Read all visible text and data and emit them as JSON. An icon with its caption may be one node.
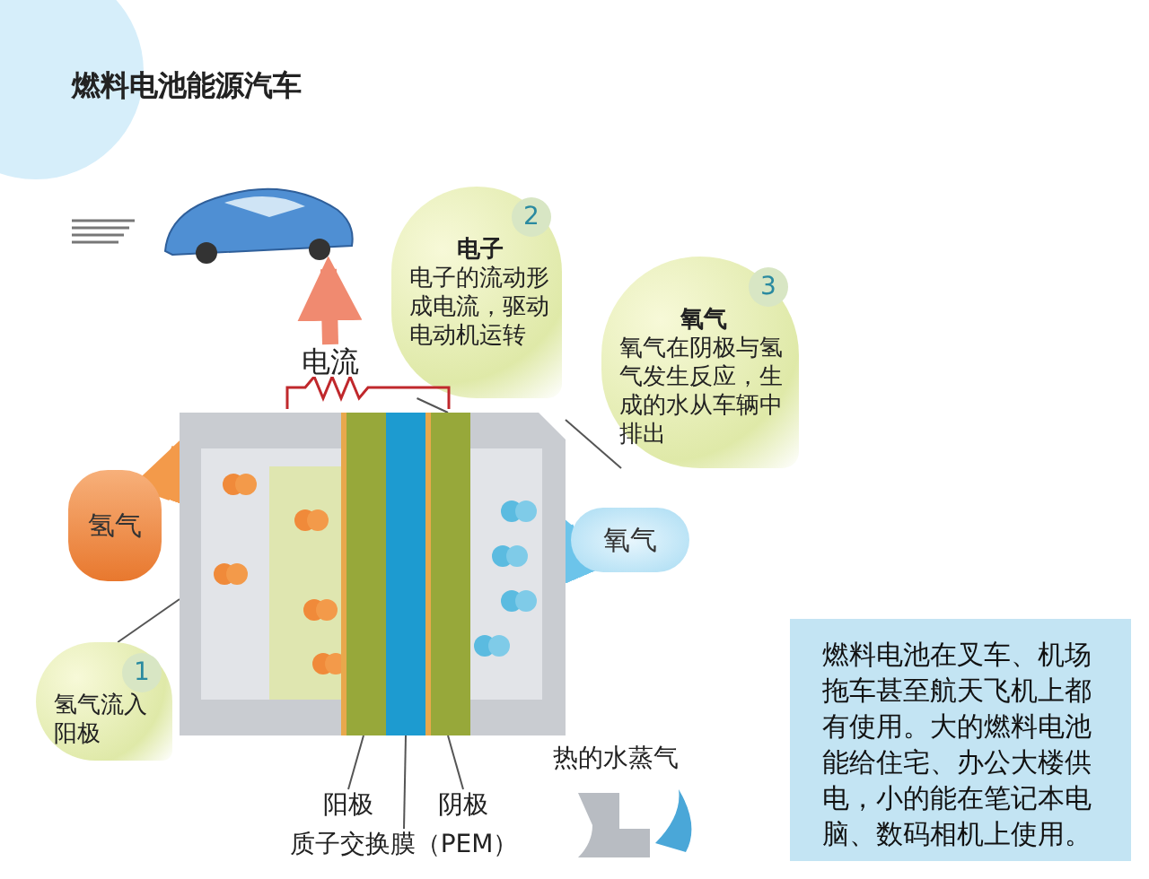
{
  "diagram": {
    "title": "燃料电池能源汽车",
    "nodes": [
      {
        "text": [],
        "shape": "picture"
      },
      {
        "text": [
          "2",
          "电子",
          "电子的流动形成电流，驱动电动机运转"
        ]
      },
      {
        "text": [
          "电流"
        ]
      },
      {
        "text": [
          "3",
          "氧气",
          "氧气在阴极与氢气发生反应，生成的水从车辆中排出"
        ]
      },
      {
        "text": [
          "氢气"
        ]
      },
      {
        "text": [],
        "shape": "picture"
      },
      {
        "text": [],
        "shape": "bar",
        "in": 5
      },
      {
        "text": [],
        "shape": "bar",
        "in": 5
      },
      {
        "text": [],
        "shape": "bar",
        "in": 5
      },
      {
        "text": [
          "氧气"
        ]
      },
      {
        "text": [
          "1",
          "氢气流入阳极"
        ]
      },
      {
        "text": [
          "阳极"
        ]
      },
      {
        "text": [
          "阴极"
        ]
      },
      {
        "text": [
          "质子交换膜（PEM）"
        ]
      },
      {
        "text": [
          "燃料电池在叉车、机场拖车甚至航天飞机上都有使用。大的燃料电池能给住宅、办公大楼供电，小的能在笔记本电脑、数码相机上使用。"
        ]
      }
    ],
    "edges": [
      {
        "from": 2,
        "to": 0,
        "arrow": "to",
        "style": "thick",
        "color": "#f08a70"
      },
      {
        "from": 4,
        "to": 5,
        "arrow": "to",
        "style": "thick",
        "color": "#f39a4a"
      },
      {
        "from": 9,
        "to": 5,
        "arrow": "to",
        "style": "thick",
        "color": "#6cc4ea"
      },
      {
        "from": 10,
        "to": 5,
        "arrow": "none"
      },
      {
        "from": 1,
        "to": 8,
        "arrow": "none"
      },
      {
        "from": 3,
        "to": 5,
        "arrow": "none"
      },
      {
        "from": 11,
        "to": 6,
        "arrow": "none"
      },
      {
        "from": 13,
        "to": 7,
        "arrow": "none"
      },
      {
        "from": 12,
        "to": 8,
        "arrow": "none"
      }
    ],
    "labels": [
      "热的水蒸气"
    ]
  }
}
